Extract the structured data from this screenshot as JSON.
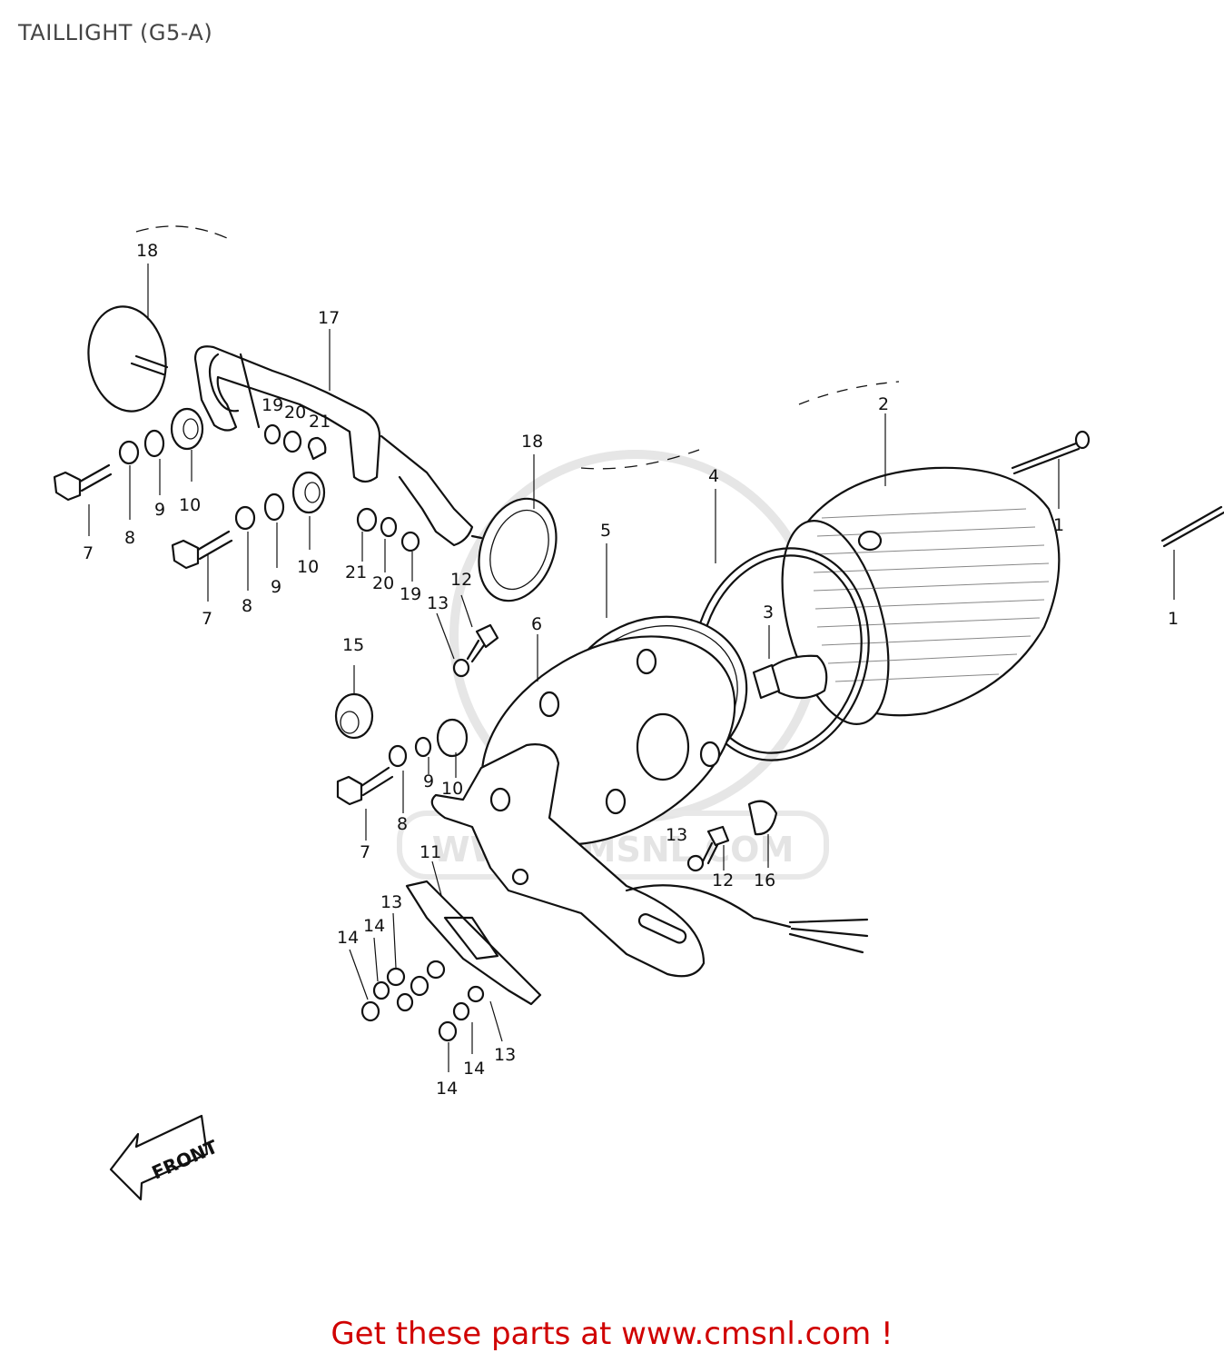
{
  "title": "TAILLIGHT (G5-A)",
  "footer": "Get these parts at www.cmsnl.com !",
  "front_label": "FRONT",
  "watermark": "WWW.CMSNL.COM",
  "callouts": {
    "c1a": "1",
    "c1b": "1",
    "c2": "2",
    "c3": "3",
    "c4": "4",
    "c5": "5",
    "c6": "6",
    "c7a": "7",
    "c7b": "7",
    "c7c": "7",
    "c8a": "8",
    "c8b": "8",
    "c8c": "8",
    "c9a": "9",
    "c9b": "9",
    "c9c": "9",
    "c10a": "10",
    "c10b": "10",
    "c10c": "10",
    "c11": "11",
    "c12a": "12",
    "c12b": "12",
    "c13a": "13",
    "c13b": "13",
    "c13c": "13",
    "c13d": "13",
    "c14a": "14",
    "c14b": "14",
    "c14c": "14",
    "c14d": "14",
    "c15": "15",
    "c16": "16",
    "c17": "17",
    "c18a": "18",
    "c18b": "18",
    "c19a": "19",
    "c19b": "19",
    "c20a": "20",
    "c20b": "20",
    "c21a": "21",
    "c21b": "21"
  },
  "colors": {
    "footer_text": "#d00000",
    "line_art": "#111111",
    "watermark": "#e6e6e6"
  }
}
